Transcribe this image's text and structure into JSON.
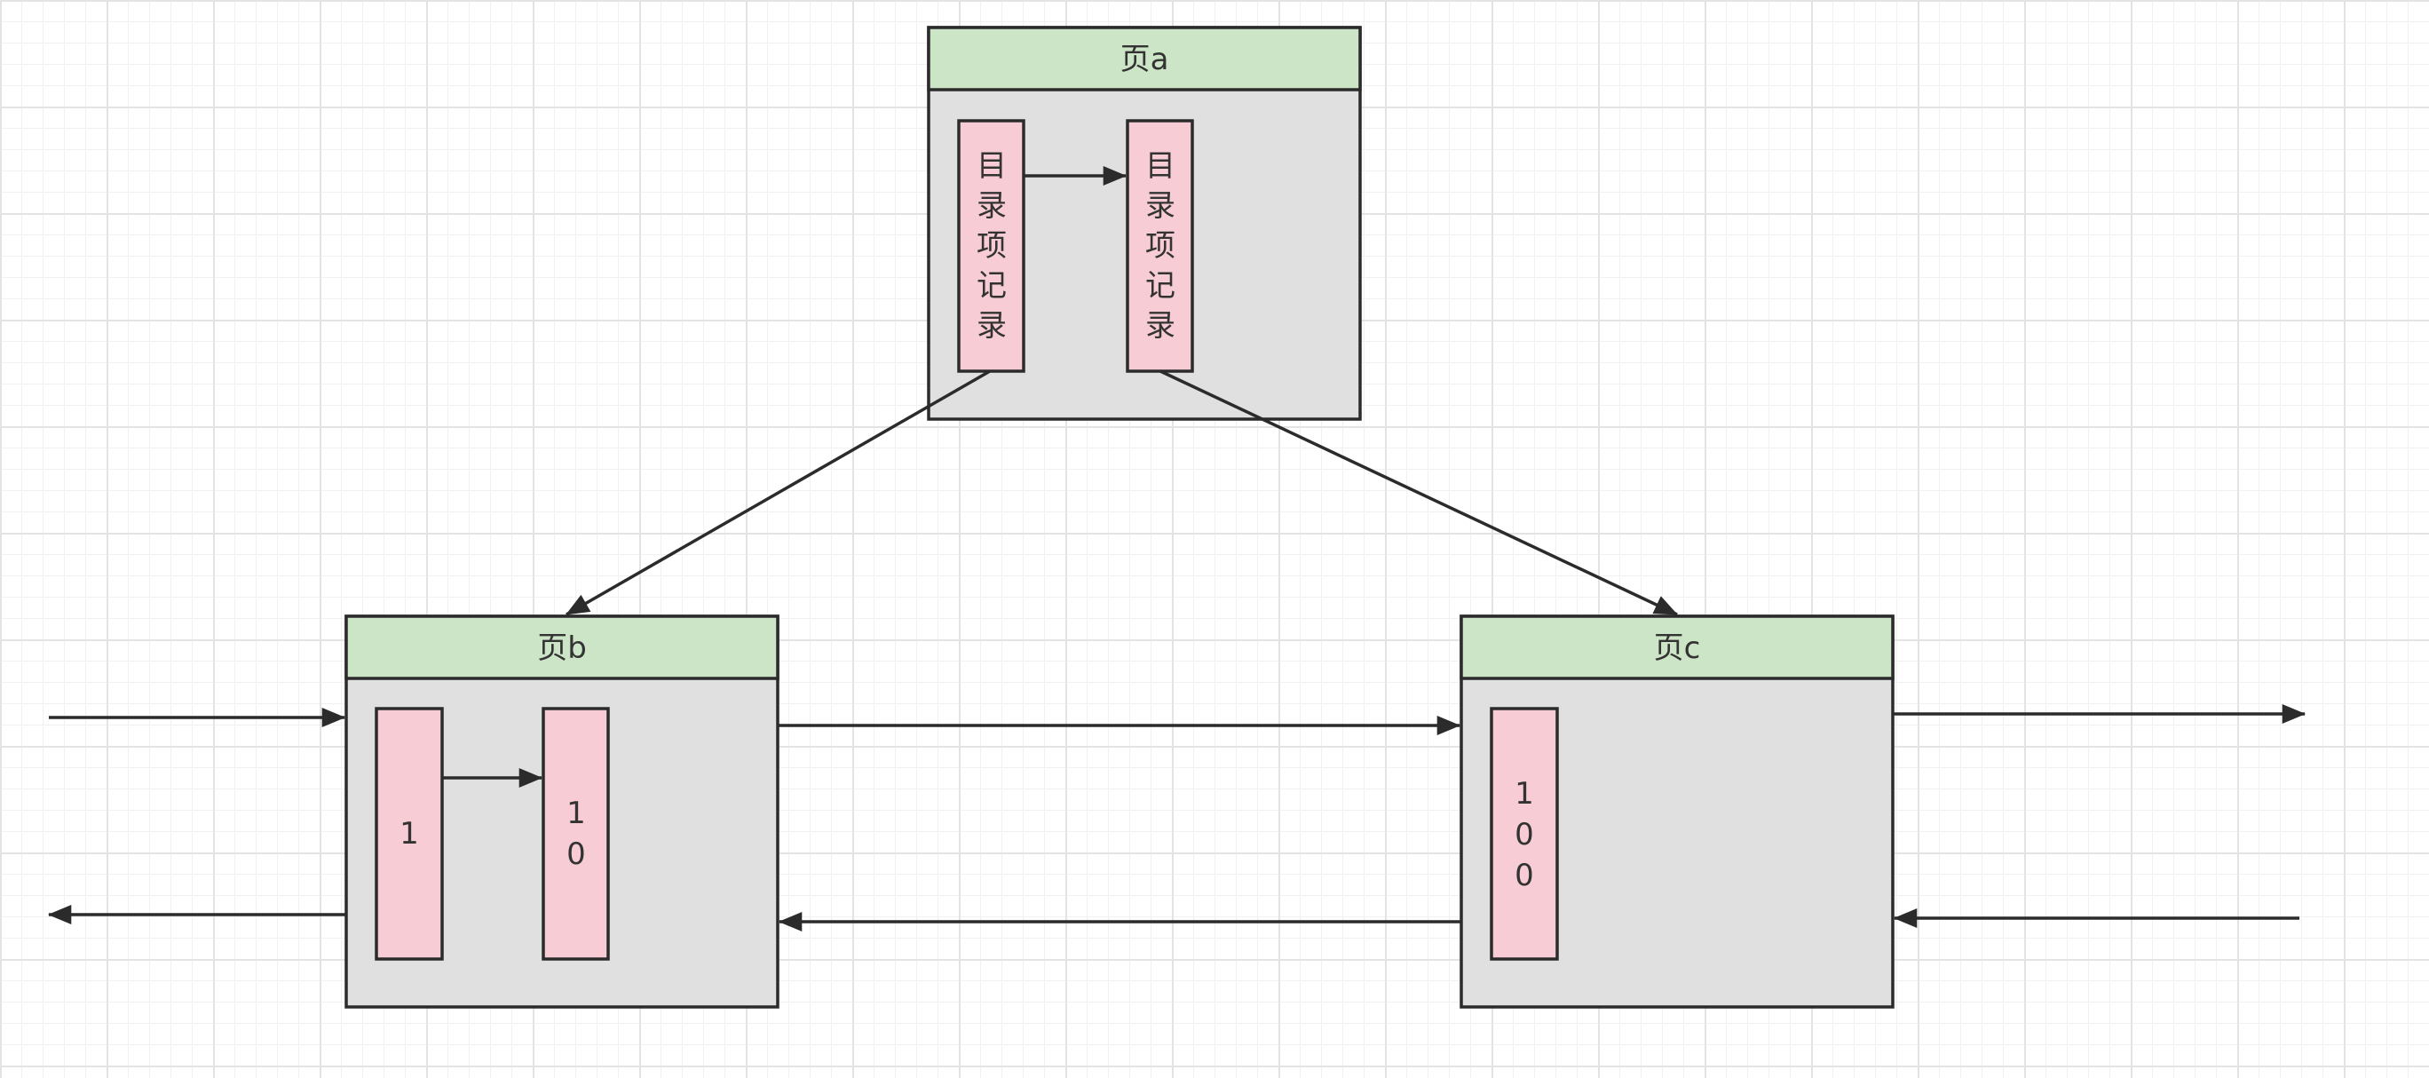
{
  "colors": {
    "header_fill": "#cde5c7",
    "page_fill": "#e0e0e0",
    "record_fill": "#f7ccd4",
    "stroke": "#2b2b2b"
  },
  "pages": {
    "a": {
      "title": "页a",
      "records": [
        {
          "text": "目录项记录"
        },
        {
          "text": "目录项记录"
        }
      ]
    },
    "b": {
      "title": "页b",
      "records": [
        {
          "text": "1"
        },
        {
          "text": "10"
        }
      ]
    },
    "c": {
      "title": "页c",
      "records": [
        {
          "text": "100"
        }
      ]
    }
  }
}
